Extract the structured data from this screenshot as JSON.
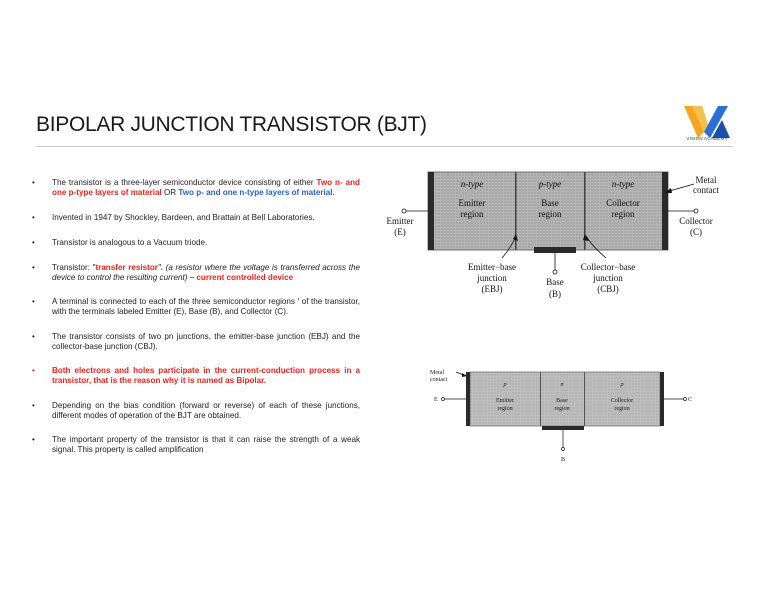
{
  "title": "BIPOLAR JUNCTION TRANSISTOR (BJT)",
  "logo": {
    "text": "VISION ACADEMY",
    "colors": {
      "blue": "#2b6fd6",
      "orange": "#f4a623"
    }
  },
  "bullets": {
    "b1": {
      "pre": "The transistor is a three-layer semiconductor device consisting of either ",
      "red": "Two n- and one p-type layers of material",
      "mid": " OR ",
      "blue": "Two p- and one n-type layers of material",
      "post": "."
    },
    "b2": "Invented in 1947 by Shockley, Bardeen, and Brattain at Bell Laboratories.",
    "b3": "Transistor is analogous to a Vacuum triode.",
    "b4": {
      "pre": "Transistor: \"",
      "red": "transfer resistor",
      "mid": "\". (a resistor where the voltage is transferred across the device to control the resulting current) ",
      "post": "– current controlled device"
    },
    "b5": "A terminal is connected to each of the three semiconductor regions ' of the transistor, with the terminals labeled Emitter (E), Base (B), and Collector (C).",
    "b6": "The transistor consists of two pn junctions, the emitter-base junction (EBJ) and the collector-base junction (CBJ).",
    "b7": "Both electrons and holes participate in the current-conduction process in a transistor, that is the reason why it is named as Bipolar.",
    "b8": "Depending on the bias condition (forward or reverse) of each of these junctions, different modes of operation of the BJT are obtained.",
    "b9": "The important property of the transistor is that it can raise the strength of a weak signal. This property is called amplification",
    "bullet_char": "•"
  },
  "diagram1": {
    "region1_type": "n-type",
    "region1_name": "Emitter",
    "region1_sub": "region",
    "region2_type": "p-type",
    "region2_name": "Base",
    "region2_sub": "region",
    "region3_type": "n-type",
    "region3_name": "Collector",
    "region3_sub": "region",
    "metal": "Metal",
    "contact": "contact",
    "emitter": "Emitter",
    "emitter_sym": "(E)",
    "collector": "Collector",
    "collector_sym": "(C)",
    "ebj1": "Emitter−base",
    "ebj2": "junction",
    "ebj3": "(EBJ)",
    "cbj1": "Collector−base",
    "cbj2": "junction",
    "cbj3": "(CBJ)",
    "base": "Base",
    "base_sym": "(B)"
  },
  "diagram2": {
    "metal": "Metal",
    "contact": "contact",
    "r1_type": "p",
    "r1_name": "Emitter",
    "r1_sub": "region",
    "r2_type": "n",
    "r2_name": "Base",
    "r2_sub": "region",
    "r3_type": "p",
    "r3_name": "Collector",
    "r3_sub": "region",
    "e": "E",
    "c": "C",
    "b": "B"
  }
}
